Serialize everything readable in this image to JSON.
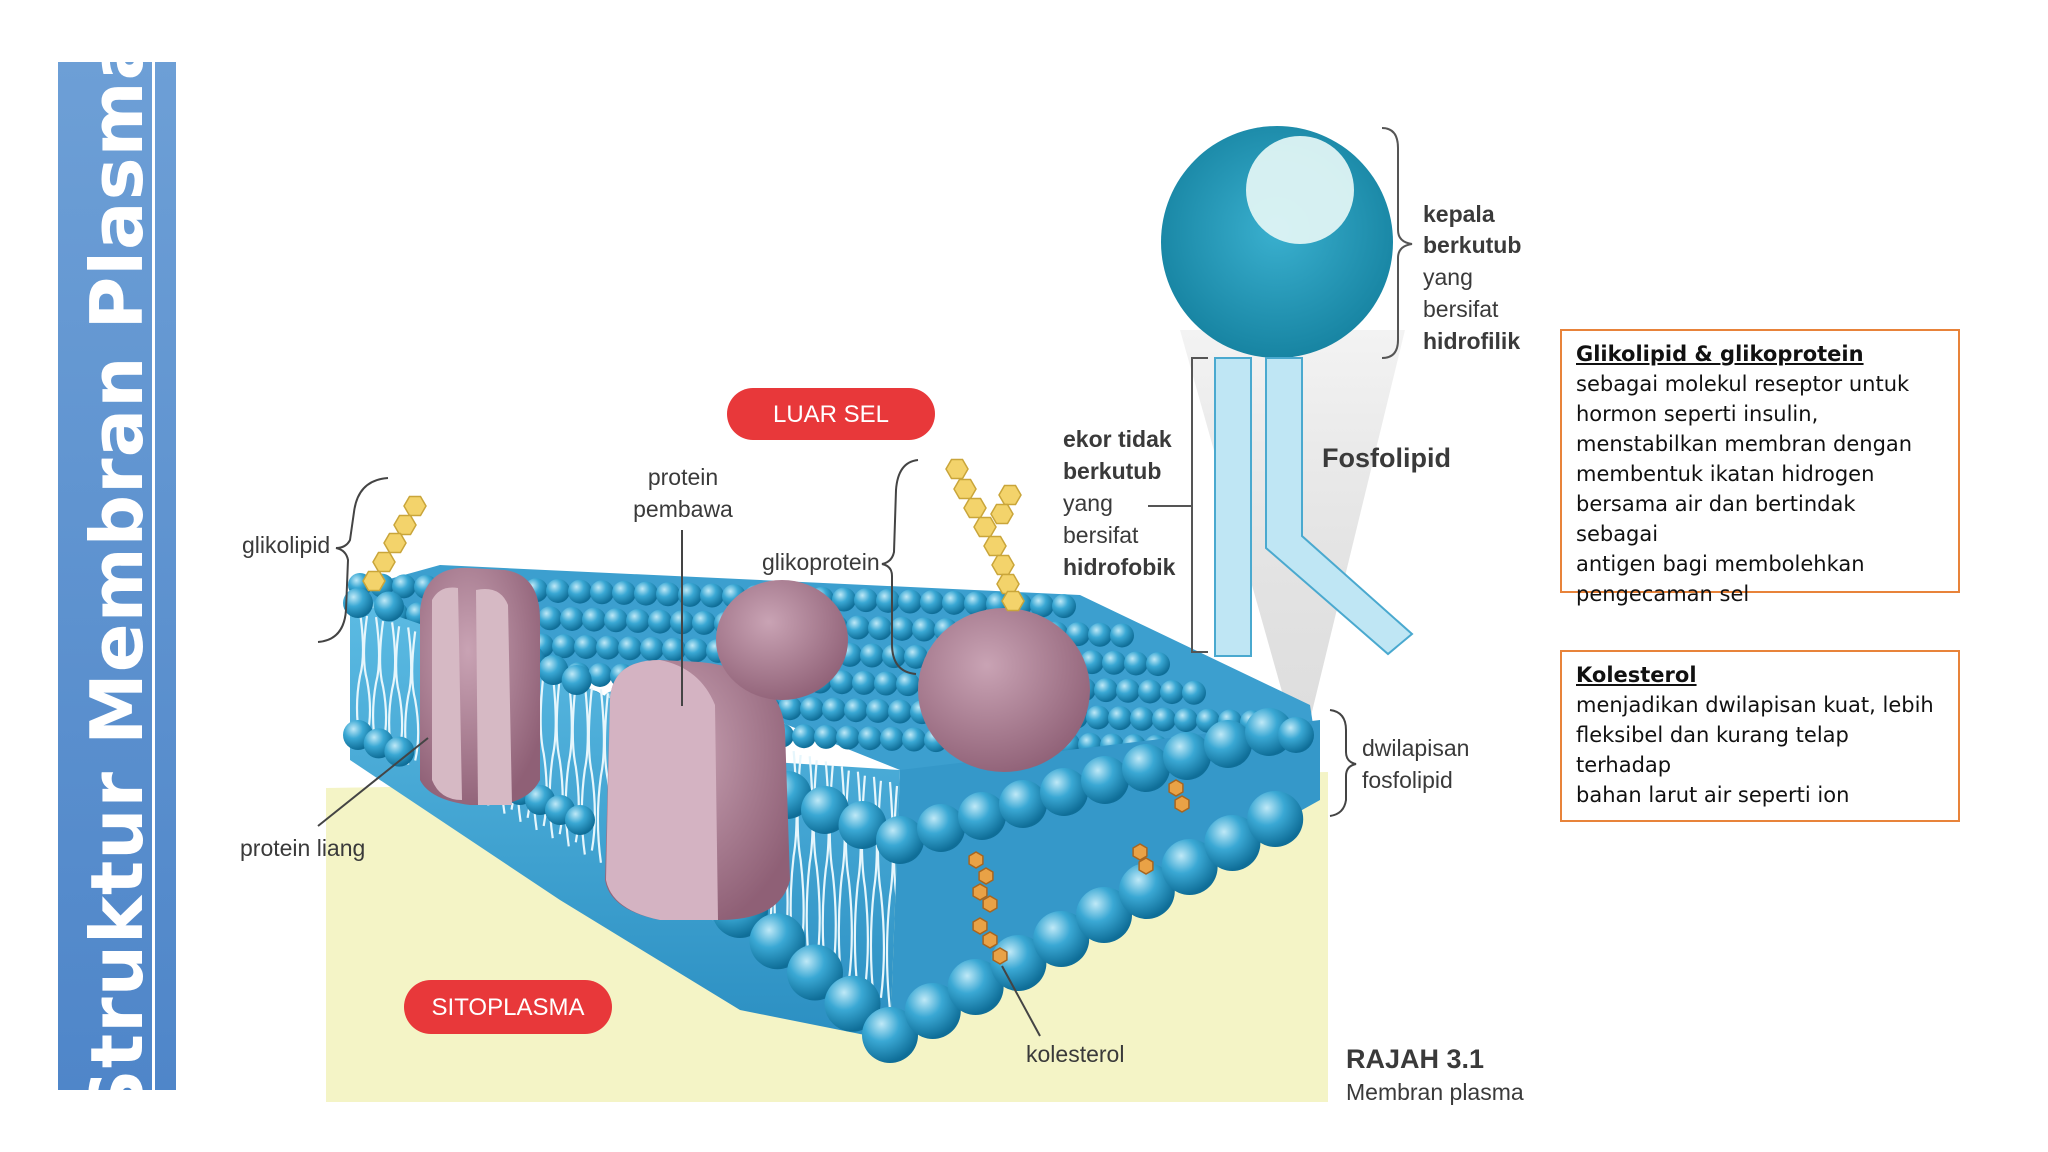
{
  "slide": {
    "title": "Struktur Membran Plasma"
  },
  "diagram": {
    "labels": {
      "luar_sel": "LUAR SEL",
      "sitoplasma": "SITOPLASMA",
      "glikolipid": "glikolipid",
      "protein_pembawa_1": "protein",
      "protein_pembawa_2": "pembawa",
      "glikoprotein": "glikoprotein",
      "protein_liang": "protein liang",
      "kolesterol": "kolesterol",
      "dwilapisan_1": "dwilapisan",
      "dwilapisan_2": "fosfolipid",
      "fosfolipid": "Fosfolipid",
      "kepala": [
        "kepala",
        "berkutub",
        "yang",
        "bersifat",
        "hidrofilik"
      ],
      "ekor": [
        "ekor tidak",
        "berkutub",
        "yang",
        "bersifat",
        "hidrofobik"
      ],
      "figure_number": "RAJAH 3.1",
      "figure_caption": "Membran plasma"
    },
    "colors": {
      "head": "#2f9fce",
      "protein": "#b58a9e",
      "sugar": "#f3d36b",
      "cholesterol": "#e9a246",
      "tag": "#e8383a",
      "cytoplasm": "#f4f4c6"
    }
  },
  "info_boxes": [
    {
      "title": "Glikolipid & glikoprotein",
      "lines": [
        "sebagai molekul reseptor untuk",
        "hormon seperti insulin,",
        "menstabilkan membran dengan",
        "membentuk ikatan hidrogen",
        "bersama air dan bertindak sebagai",
        "antigen bagi membolehkan",
        "pengecaman sel"
      ]
    },
    {
      "title": "Kolesterol",
      "lines": [
        "menjadikan dwilapisan kuat, lebih",
        "fleksibel dan kurang telap terhadap",
        "bahan larut air seperti ion"
      ]
    }
  ]
}
